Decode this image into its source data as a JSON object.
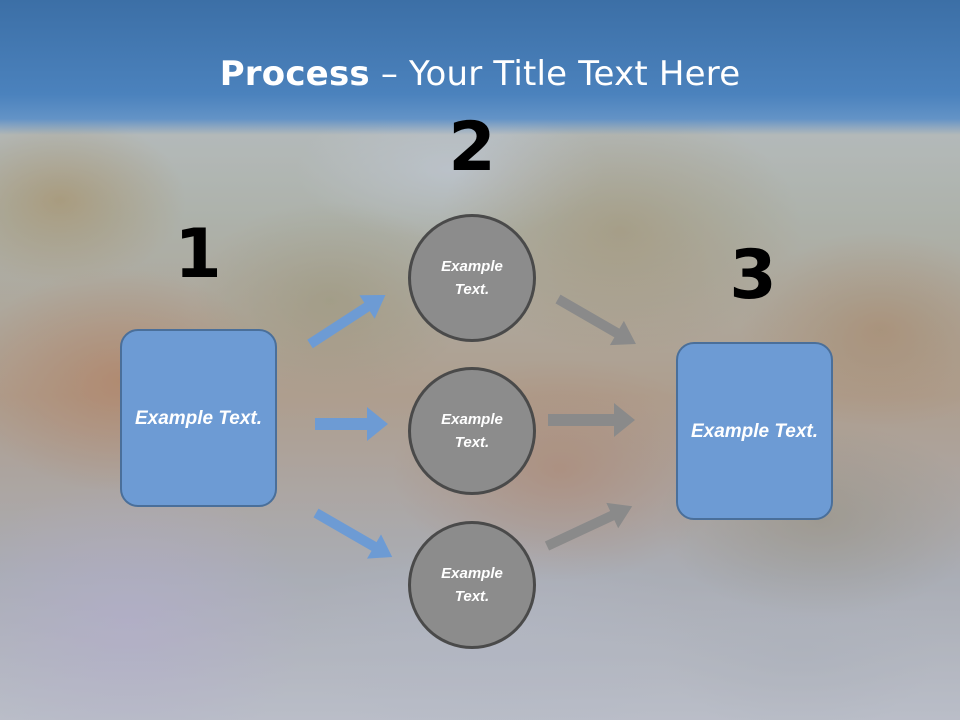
{
  "title": {
    "bold": "Process",
    "rest": " – Your Title Text Here"
  },
  "steps": [
    {
      "number": "1",
      "label": "Example Text."
    },
    {
      "number": "2",
      "items": [
        "Example Text.",
        "Example Text.",
        "Example Text."
      ]
    },
    {
      "number": "3",
      "label": "Example Text."
    }
  ],
  "colors": {
    "header": "#4b82bd",
    "box_fill": "#6d9bd4",
    "circle_fill": "#8c8c8c",
    "blue_arrow": "#6d9bd4",
    "gray_arrow": "#8a8a8a"
  }
}
